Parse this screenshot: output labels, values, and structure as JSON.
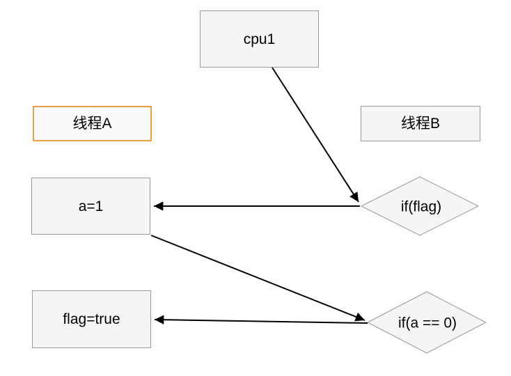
{
  "colors": {
    "background": "#ffffff",
    "node_fill": "#f5f5f5",
    "node_border": "#999999",
    "accent_border": "#ED9D47",
    "arrow": "#000000",
    "text": "#000000"
  },
  "nodes": {
    "cpu1": {
      "label": "cpu1",
      "shape": "rect"
    },
    "thread_a": {
      "label": "线程A",
      "shape": "rect-accent"
    },
    "thread_b": {
      "label": "线程B",
      "shape": "rect"
    },
    "a_assign": {
      "label": "a=1",
      "shape": "rect"
    },
    "flag_assign": {
      "label": "flag=true",
      "shape": "rect"
    },
    "if_flag": {
      "label": "if(flag)",
      "shape": "diamond"
    },
    "if_a_zero": {
      "label": "if(a == 0)",
      "shape": "diamond"
    }
  },
  "edges": [
    {
      "from": "cpu1",
      "to": "if_flag"
    },
    {
      "from": "if_flag",
      "to": "a_assign"
    },
    {
      "from": "a_assign",
      "to": "if_a_zero"
    },
    {
      "from": "if_a_zero",
      "to": "flag_assign"
    }
  ]
}
